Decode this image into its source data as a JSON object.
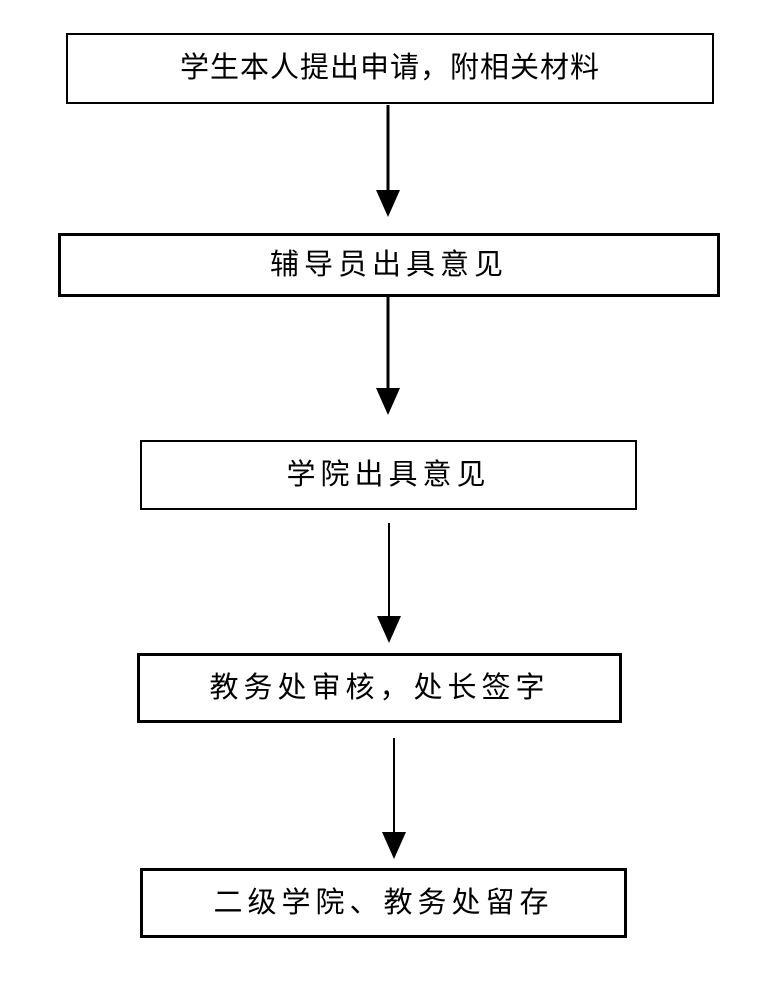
{
  "flowchart": {
    "type": "flowchart",
    "direction": "top-down",
    "colors": {
      "background": "#ffffff",
      "box_border": "#000000",
      "text": "#000000",
      "arrow": "#000000"
    },
    "nodes": [
      {
        "id": 1,
        "label": "学生本人提出申请，附相关材料"
      },
      {
        "id": 2,
        "label": "辅导员出具意见"
      },
      {
        "id": 3,
        "label": "学院出具意见"
      },
      {
        "id": 4,
        "label": "教务处审核，处长签字"
      },
      {
        "id": 5,
        "label": "二级学院、教务处留存"
      }
    ],
    "connections": [
      {
        "from": 1,
        "to": 2,
        "style": "solid-arrow-down"
      },
      {
        "from": 2,
        "to": 3,
        "style": "solid-arrow-down"
      },
      {
        "from": 3,
        "to": 4,
        "style": "solid-arrow-down"
      },
      {
        "from": 4,
        "to": 5,
        "style": "solid-arrow-down"
      }
    ]
  }
}
